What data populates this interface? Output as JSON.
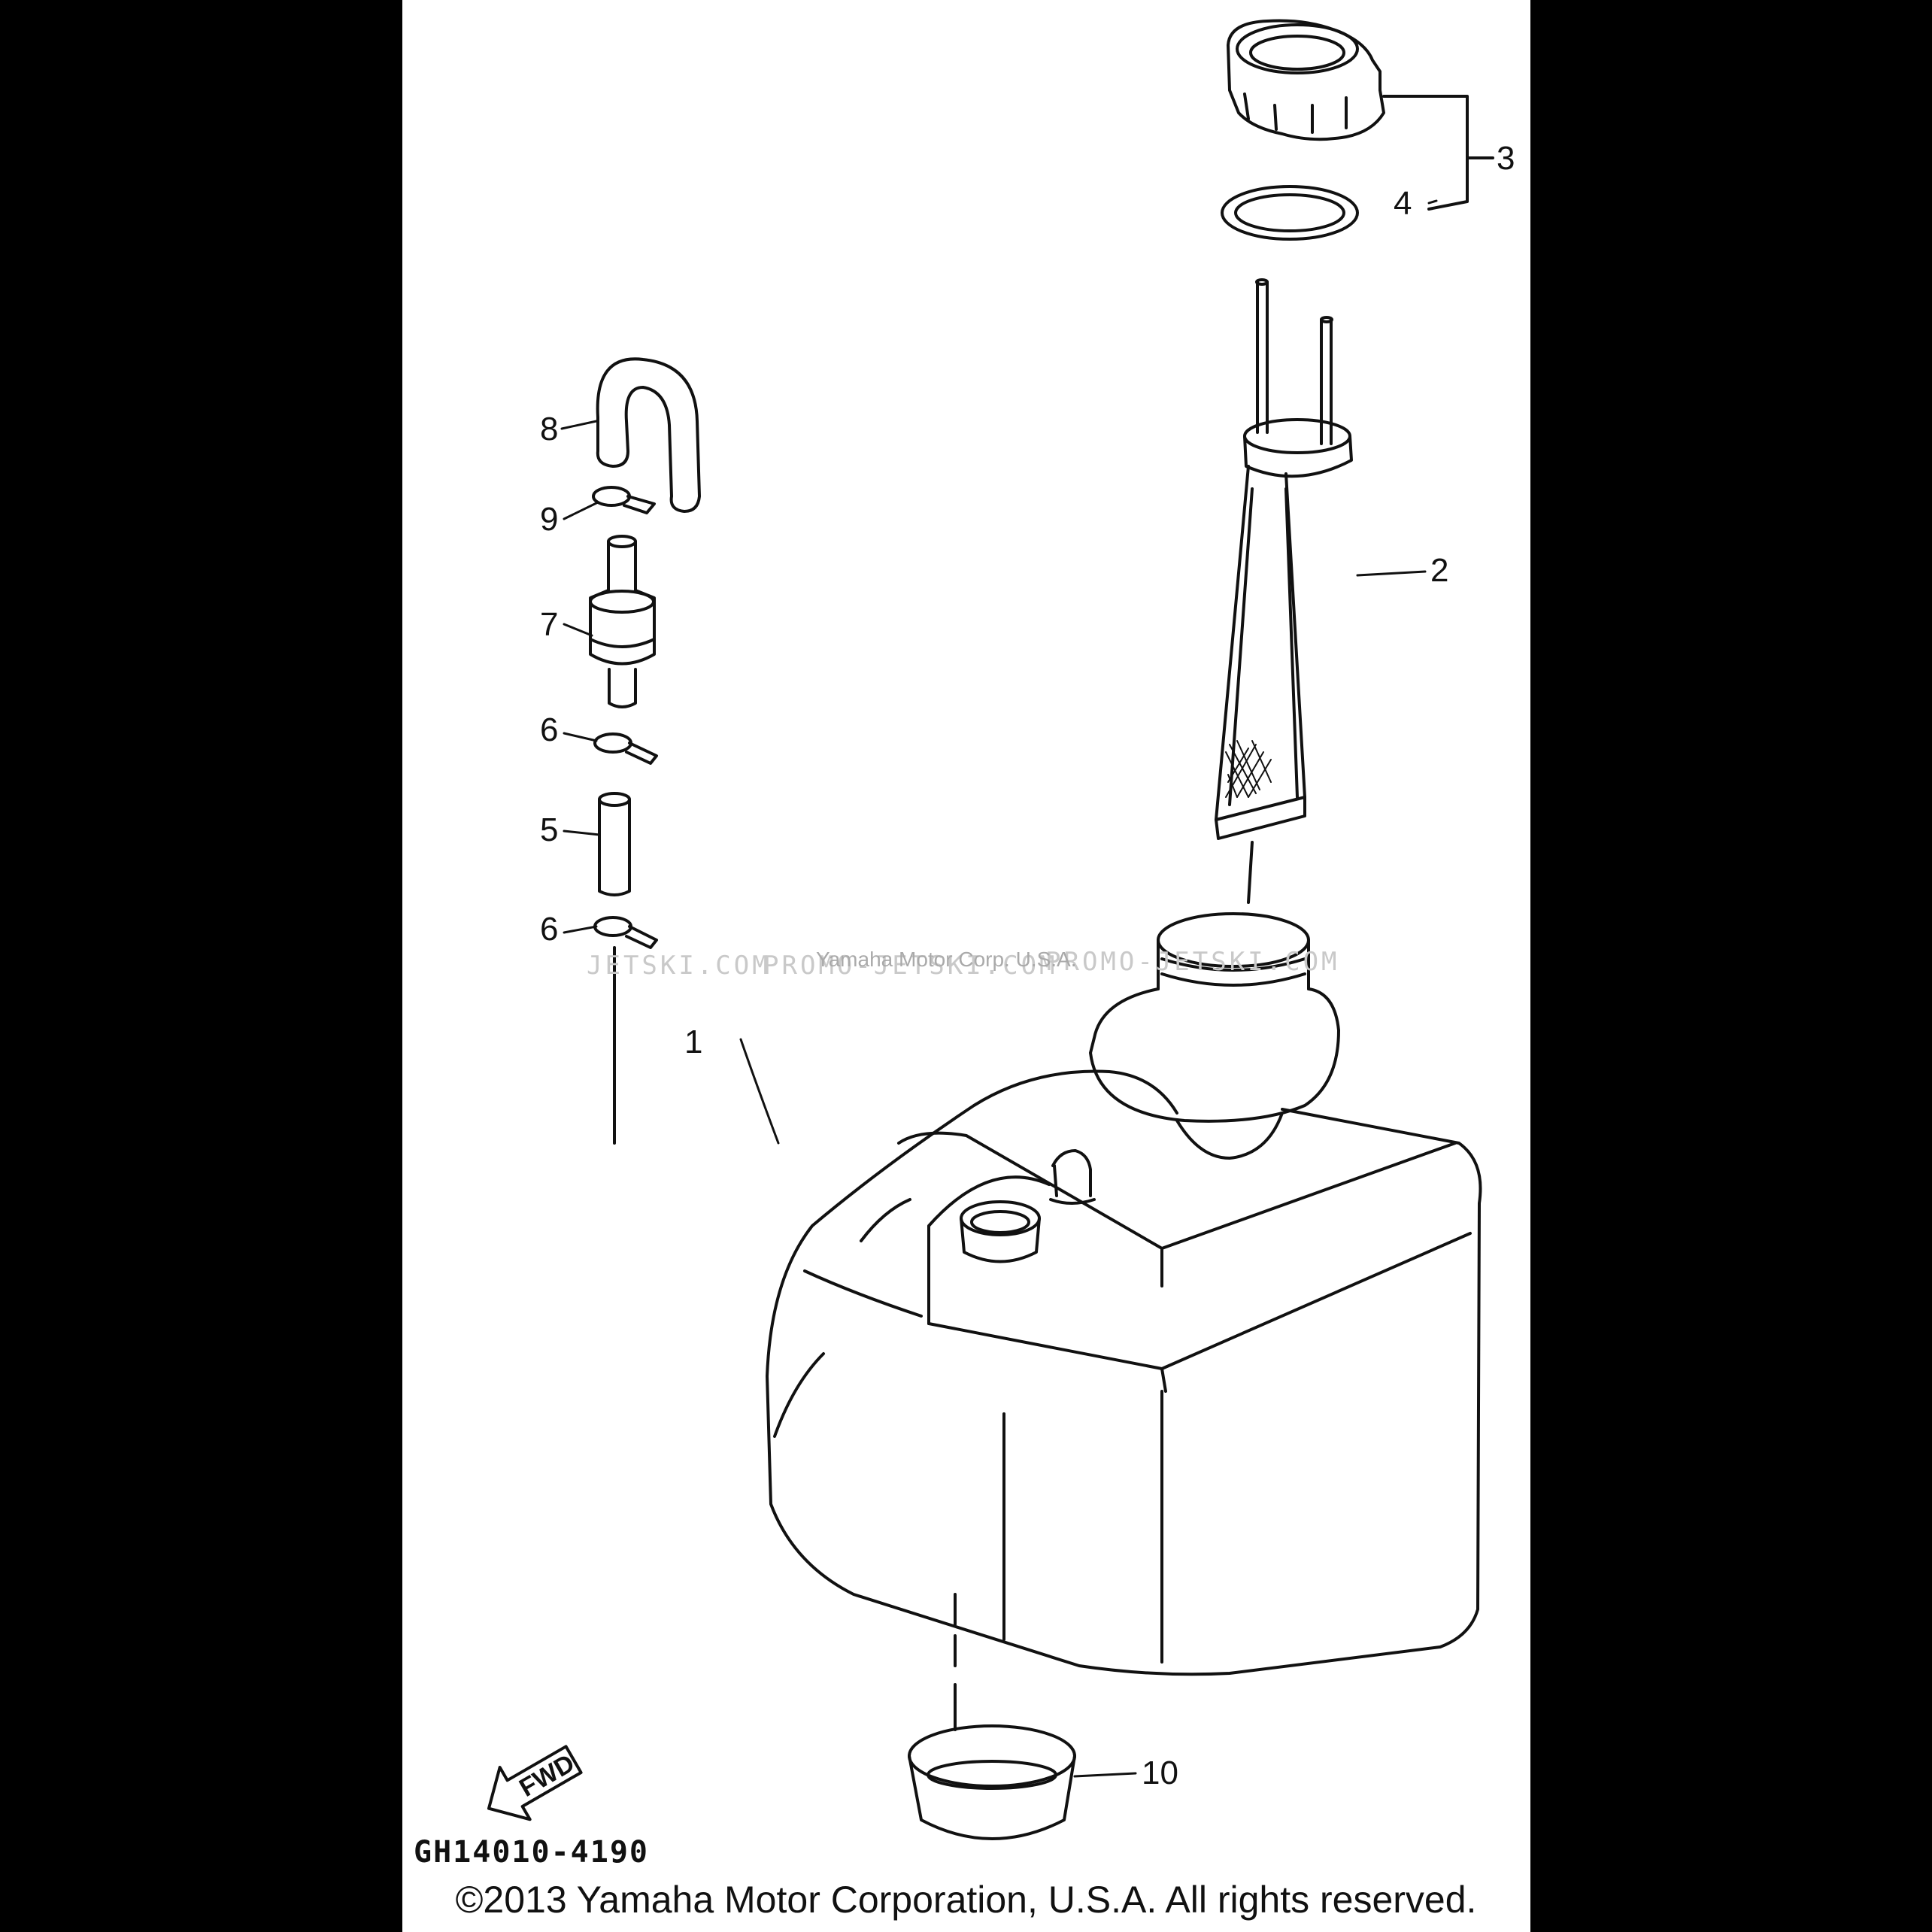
{
  "callouts": {
    "c1": "1",
    "c2": "2",
    "c3": "3",
    "c4": "4",
    "c5": "5",
    "c6a": "6",
    "c6b": "6",
    "c7": "7",
    "c8": "8",
    "c9": "9",
    "c10": "10"
  },
  "direction_label": "FWD",
  "diagram_code": "GH14010-4190",
  "watermark": {
    "left": "JETSKI.COM",
    "middle": "PROMO-JETSKI.COM",
    "right": "PROMO-JETSKI.COM",
    "overlay": "Yamaha Motor Corp. U.S.A."
  },
  "copyright": "©2013 Yamaha Motor Corporation, U.S.A. All rights reserved.",
  "colors": {
    "background": "#000000",
    "sheet": "#ffffff",
    "ink": "#111111",
    "watermark": "#c9c9c9"
  }
}
